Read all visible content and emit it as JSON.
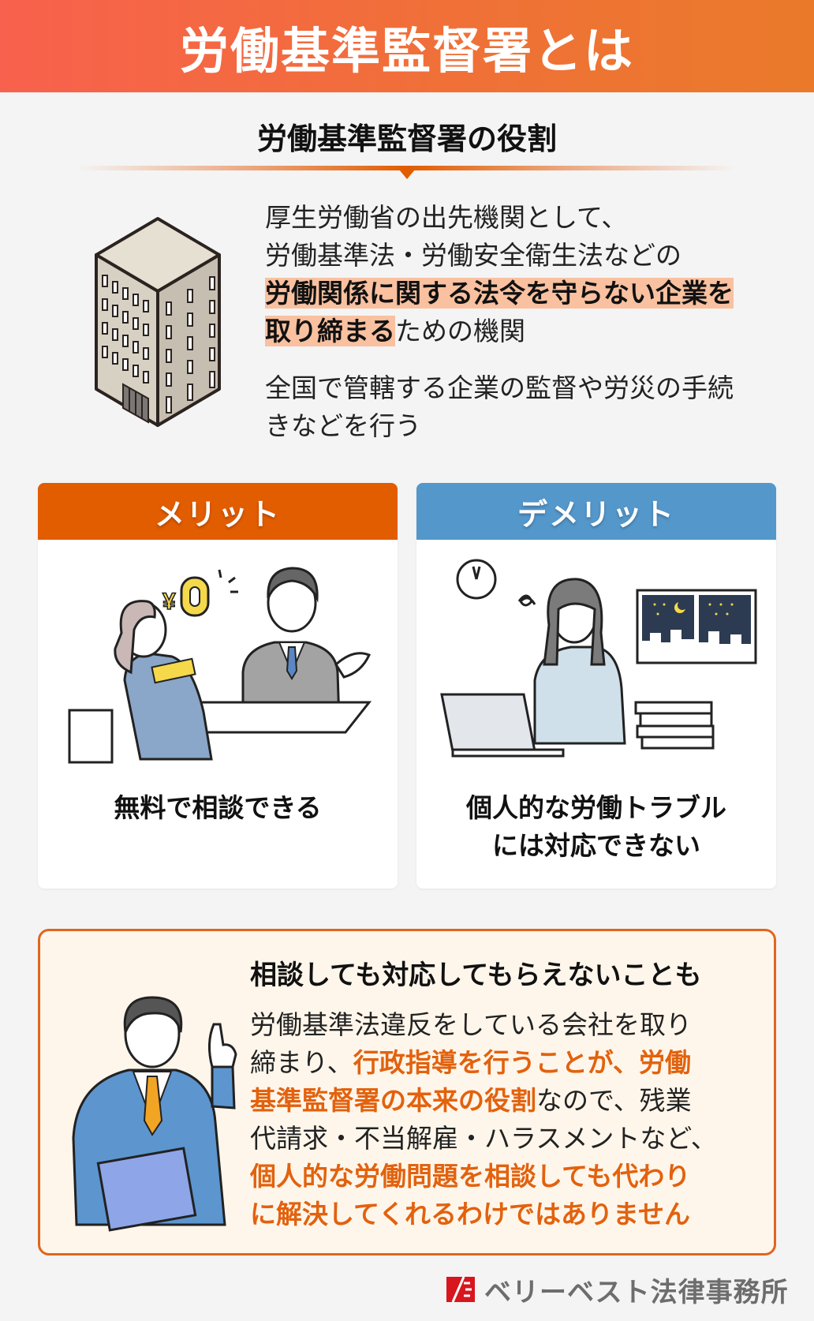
{
  "header": {
    "title": "労働基準監督署とは"
  },
  "role": {
    "title": "労働基準監督署の役割",
    "lines": [
      "厚生労働省の出先機関として、",
      "労働基準法・労働安全衛生法などの"
    ],
    "highlight_line_1": "労働関係に関する法令を守らない企業を",
    "highlight_line_2": "取り締まる",
    "line_4_tail": "ための機関",
    "secondary_line_1": "全国で管轄する企業の監督や労災の手続",
    "secondary_line_2": "きなどを行う",
    "illustration": "office-building"
  },
  "merit": {
    "label": "メリット",
    "caption": "無料で相談できる",
    "illustration_text": "¥0",
    "color": "#e25c00"
  },
  "demerit": {
    "label": "デメリット",
    "caption_line_1": "個人的な労働トラブル",
    "caption_line_2": "には対応できない",
    "color": "#5497cb"
  },
  "note": {
    "title": "相談しても対応してもらえないことも",
    "segments": {
      "l1": "労働基準法違反をしている会社を取り",
      "l2a": "締まり、",
      "l2b": "行政指導を行うことが、労働",
      "l3a": "基準監督署の本来の役割",
      "l3b": "なので、残業",
      "l4": "代請求・不当解雇・ハラスメントなど、",
      "l5": "個人的な労働問題を相談しても代わり",
      "l6": "に解決してくれるわけではありません"
    },
    "accent_color": "#e2620e"
  },
  "footer": {
    "brand": "ベリーベスト法律事務所"
  }
}
